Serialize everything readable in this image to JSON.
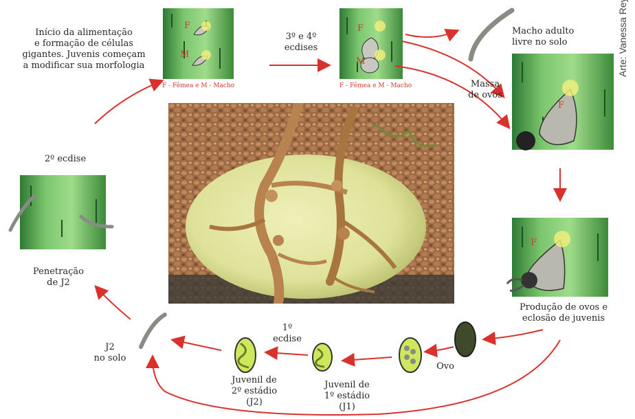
{
  "credit": "Arte: Vanessa Reyes",
  "texts": {
    "feeding": [
      "Início da alimentação",
      "e formação de células",
      "gigantes. Juvenis começam",
      "a modificar sua morfologia"
    ],
    "ecdysis_34": [
      "3º e 4º",
      "ecdises"
    ],
    "male_adult": [
      "Macho adulto",
      "livre no solo"
    ],
    "egg_mass": [
      "Massa",
      "de ovos"
    ],
    "second_ecdysis": "2º ecdise",
    "penetration": [
      "Penetração",
      "de J2"
    ],
    "egg_production": [
      "Produção de ovos e",
      "eclosão de juvenis"
    ],
    "j2_soil": [
      "J2",
      "no solo"
    ],
    "first_ecdysis": [
      "1º",
      "ecdise"
    ],
    "egg": "Ovo",
    "juvenile_2": [
      "Juvenil de",
      "2º estádio",
      "(J2)"
    ],
    "juvenile_1": [
      "Juvenil de",
      "1º estádio",
      "(J1)"
    ],
    "fm_caption_1": "F - Fêmea e M - Macho",
    "fm_caption_2": "F - Fêmea e M - Macho",
    "label_f": "F",
    "label_m": "M"
  },
  "colors": {
    "arrow": "#d9312b",
    "root_green": "#5faa55",
    "root_dark": "#2f6b2a",
    "nematode_gray": "#bdbdb5",
    "egg_yellow": "#cde85a",
    "egg_dark": "#3e4a2a"
  }
}
